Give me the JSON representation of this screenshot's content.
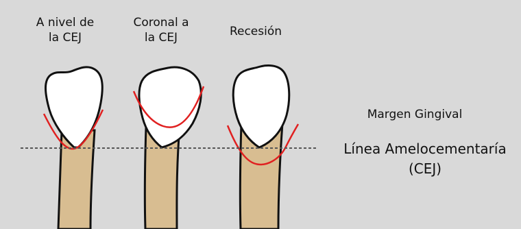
{
  "columns": [
    {
      "title": "A nivel de\nla CEJ"
    },
    {
      "title": "Coronal a\nla CEJ"
    },
    {
      "title": "Recesión"
    }
  ],
  "labels": {
    "gingival_margin": "Margen Gingival",
    "cej_line": "Línea Amelocementaría",
    "cej_abbr": "(CEJ)"
  },
  "colors": {
    "background": "#d9d9d9",
    "root": "#d8bd91",
    "crown": "#ffffff",
    "outline": "#111111",
    "gingival_curve": "#e02020",
    "cej_line": "#555555"
  }
}
